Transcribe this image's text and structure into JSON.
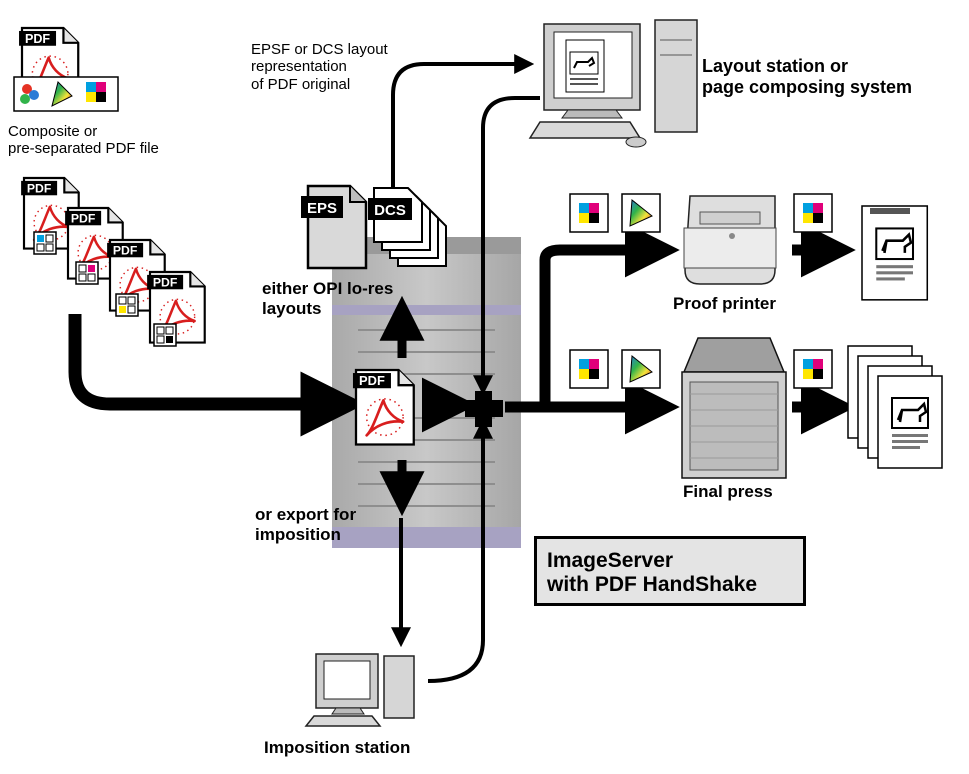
{
  "labels": {
    "epsf_line1": "EPSF or DCS layout",
    "epsf_line2": "representation",
    "epsf_line3": "of PDF original",
    "layout_line1": "Layout station or",
    "layout_line2": "page composing system",
    "composite_line1": "Composite or",
    "composite_line2": "pre-separated PDF file",
    "opi_line1": "either OPI lo-res",
    "opi_line2": "layouts",
    "export_line1": "or export for",
    "export_line2": "imposition",
    "proof": "Proof printer",
    "press": "Final press",
    "imposition": "Imposition station",
    "server_line1": "ImageServer",
    "server_line2": "with PDF HandShake"
  },
  "icons": {
    "pdf": "PDF",
    "eps": "EPS",
    "dcs": "DCS"
  },
  "colors": {
    "cyan": "#00a0e0",
    "magenta": "#e0007a",
    "yellow": "#ffe600",
    "black": "#000000",
    "acrobat_red": "#d81e1e",
    "server_gray": "#b8b8b8",
    "server_band": "#a7a2c2"
  }
}
